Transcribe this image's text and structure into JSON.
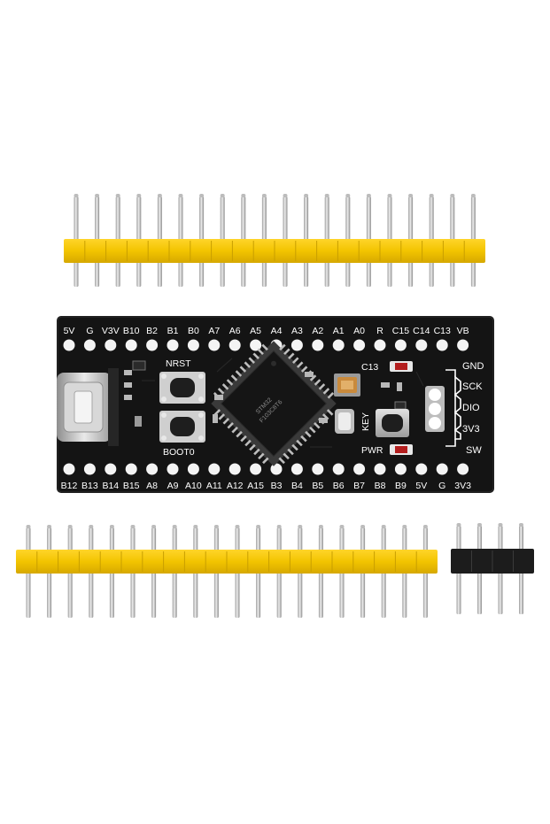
{
  "board": {
    "top_pins": [
      "5V",
      "G",
      "V3V",
      "B10",
      "B2",
      "B1",
      "B0",
      "A7",
      "A6",
      "A5",
      "A4",
      "A3",
      "A2",
      "A1",
      "A0",
      "R",
      "C15",
      "C14",
      "C13",
      "VB"
    ],
    "bottom_pins": [
      "B12",
      "B13",
      "B14",
      "B15",
      "A8",
      "A9",
      "A10",
      "A11",
      "A12",
      "A15",
      "B3",
      "B4",
      "B5",
      "B6",
      "B7",
      "B8",
      "B9",
      "5V",
      "G",
      "3V3"
    ],
    "swd_pins": [
      "GND",
      "SCK",
      "DIO",
      "3V3"
    ],
    "swd_title": "SW",
    "labels": {
      "nrst": "NRST",
      "boot0": "BOOT0",
      "c13": "C13",
      "key": "KEY",
      "pwr": "PWR"
    },
    "colors": {
      "pcb": "#141414",
      "header_plastic": "#f2c400",
      "pin_metal": "#c9c9c9",
      "black_header": "#1c1c1c",
      "pad": "#f4f4f4"
    }
  },
  "headers": {
    "top_header_pins": 20,
    "bottom_header_pins": 20,
    "small_header_pins": 4
  }
}
